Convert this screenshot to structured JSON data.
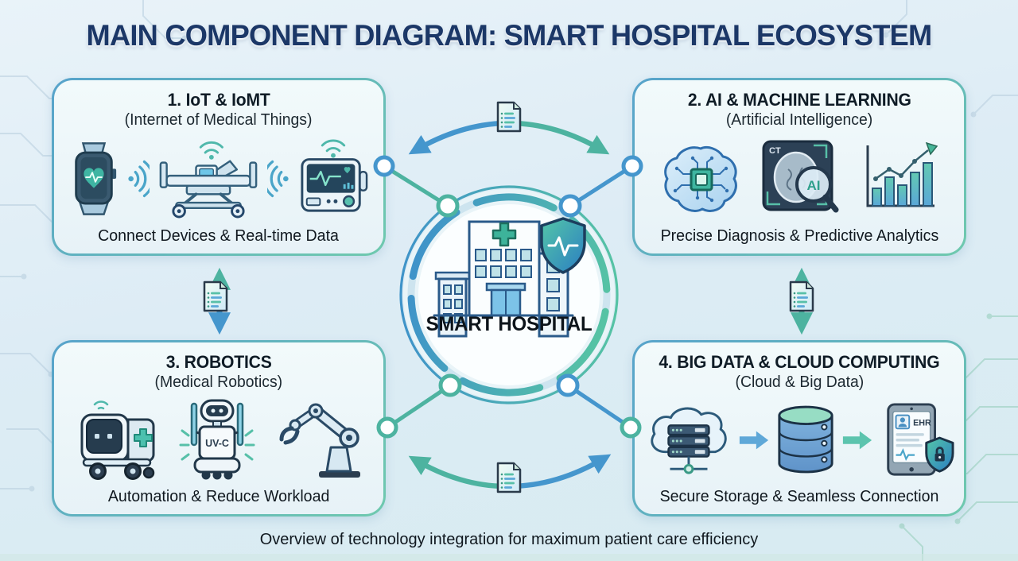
{
  "title": "MAIN COMPONENT DIAGRAM: SMART HOSPITAL ECOSYSTEM",
  "footer": "Overview of technology integration for maximum patient care efficiency",
  "center": {
    "label": "SMART HOSPITAL",
    "icon": "hospital-building-with-shield-icon"
  },
  "boxes": {
    "iot": {
      "heading": "1. IoT & IoMT",
      "subheading": "(Internet of Medical Things)",
      "caption": "Connect Devices & Real-time Data",
      "icons": [
        "smartwatch-icon",
        "wireless-signal-icon",
        "smart-bed-icon",
        "wireless-signal-icon",
        "patient-monitor-icon"
      ]
    },
    "ai": {
      "heading": "2. AI & MACHINE LEARNING",
      "subheading": "(Artificial Intelligence)",
      "caption": "Precise Diagnosis & Predictive Analytics",
      "ct_label": "CT",
      "ai_label": "AI",
      "icons": [
        "ai-brain-chip-icon",
        "ct-scan-magnifier-icon",
        "growth-chart-icon"
      ]
    },
    "robotics": {
      "heading": "3. ROBOTICS",
      "subheading": "(Medical Robotics)",
      "caption": "Automation & Reduce Workload",
      "uvc_label": "UV-C",
      "icons": [
        "delivery-robot-icon",
        "uvc-robot-icon",
        "robotic-arm-icon"
      ]
    },
    "bigdata": {
      "heading": "4. BIG DATA & CLOUD COMPUTING",
      "subheading": "(Cloud & Big Data)",
      "caption": "Secure Storage & Seamless Connection",
      "ehr_label": "EHR",
      "icons": [
        "cloud-server-icon",
        "flow-arrow-icon",
        "database-icon",
        "flow-arrow-icon",
        "ehr-tablet-shield-icon"
      ]
    }
  },
  "connectors": {
    "documents": [
      "document-icon-top",
      "document-icon-left",
      "document-icon-right",
      "document-icon-bottom"
    ],
    "arrows": [
      "curved-double-arrow-top",
      "vertical-double-arrow-left",
      "vertical-double-arrow-right",
      "curved-double-arrow-bottom"
    ]
  },
  "colors": {
    "accent_blue": "#4596cd",
    "accent_teal": "#4db3a0",
    "title_navy": "#1b3767",
    "box_border_blue": "#57a3cb",
    "box_border_teal": "#6fc9ae",
    "background": "#ddecf5",
    "text_dark": "#10181f"
  }
}
